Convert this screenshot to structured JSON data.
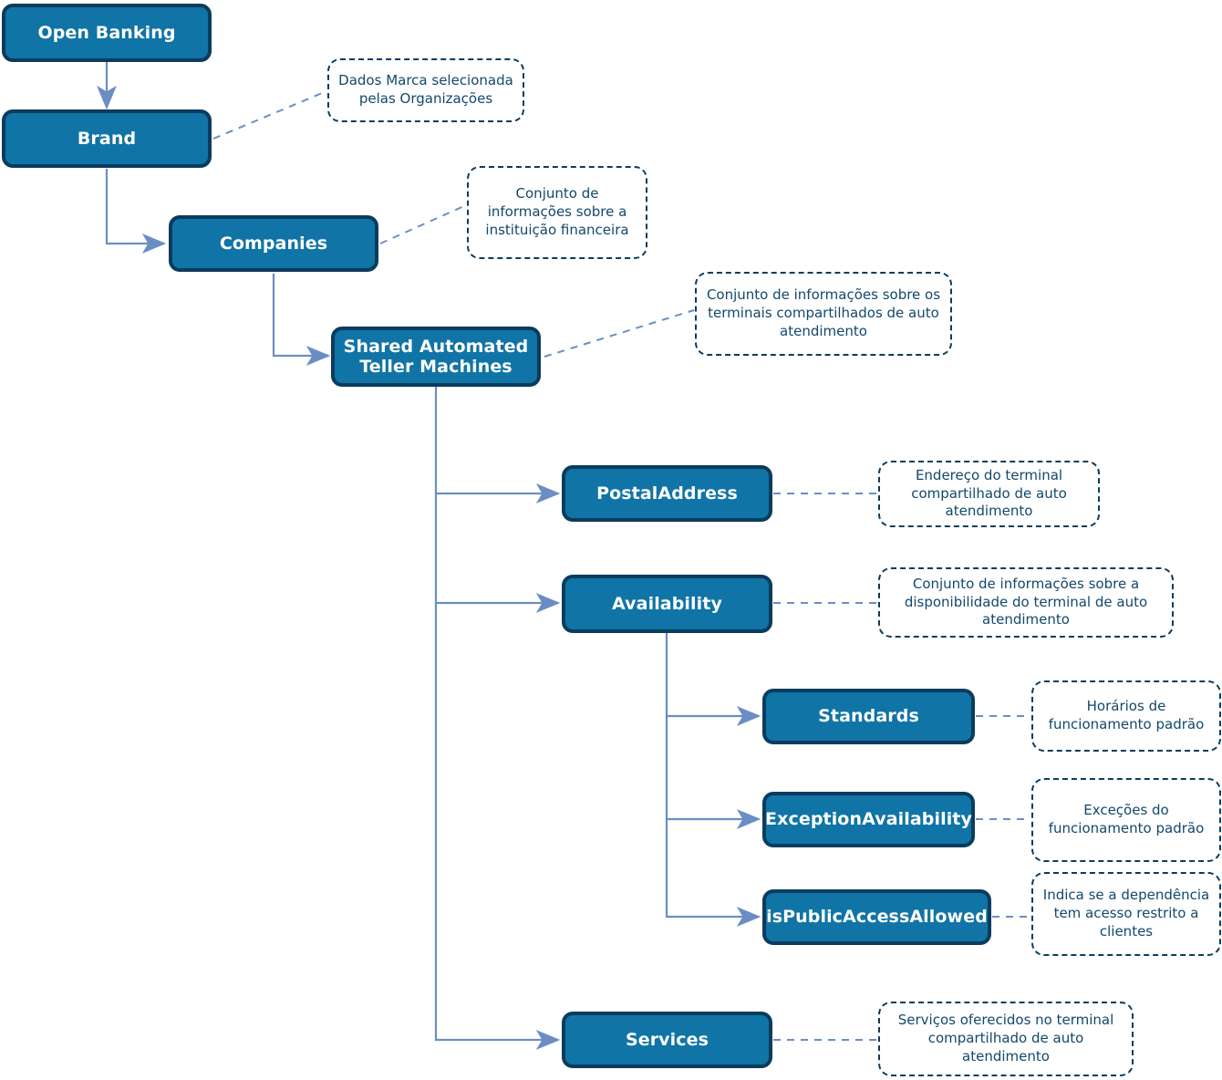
{
  "diagram": {
    "title": "Open Banking - Shared Automated Teller Machines",
    "colors": {
      "node_fill": "#1074a6",
      "node_border": "#0b3c5d",
      "node_text": "#ffffff",
      "note_border": "#0b3c5d",
      "note_text": "#12486b",
      "connector": "#6a8ec4",
      "background": "#ffffff"
    },
    "nodes": [
      {
        "id": "open-banking",
        "label": "Open Banking"
      },
      {
        "id": "brand",
        "label": "Brand"
      },
      {
        "id": "companies",
        "label": "Companies"
      },
      {
        "id": "shared-atm",
        "label": "Shared Automated\nTeller Machines"
      },
      {
        "id": "postal-address",
        "label": "PostalAddress"
      },
      {
        "id": "availability",
        "label": "Availability"
      },
      {
        "id": "standards",
        "label": "Standards"
      },
      {
        "id": "exception-availability",
        "label": "ExceptionAvailability"
      },
      {
        "id": "is-public-access-allowed",
        "label": "isPublicAccessAllowed"
      },
      {
        "id": "services",
        "label": "Services"
      }
    ],
    "notes": [
      {
        "id": "note-brand",
        "for": "brand",
        "text": "Dados Marca selecionada pelas Organizações"
      },
      {
        "id": "note-companies",
        "for": "companies",
        "text": "Conjunto de informações sobre a instituição financeira"
      },
      {
        "id": "note-shared-atm",
        "for": "shared-atm",
        "text": "Conjunto de informações sobre os terminais compartilhados de auto atendimento"
      },
      {
        "id": "note-postal-address",
        "for": "postal-address",
        "text": "Endereço do terminal compartilhado de auto atendimento"
      },
      {
        "id": "note-availability",
        "for": "availability",
        "text": "Conjunto de informações sobre a disponibilidade do terminal de auto atendimento"
      },
      {
        "id": "note-standards",
        "for": "standards",
        "text": "Horários de funcionamento padrão"
      },
      {
        "id": "note-exception-availability",
        "for": "exception-availability",
        "text": "Exceções do funcionamento padrão"
      },
      {
        "id": "note-is-public-access-allowed",
        "for": "is-public-access-allowed",
        "text": "Indica se a dependência tem acesso restrito a clientes"
      },
      {
        "id": "note-services",
        "for": "services",
        "text": "Serviços oferecidos no terminal compartilhado de auto atendimento"
      }
    ],
    "edges": [
      {
        "from": "open-banking",
        "to": "brand",
        "style": "solid-arrow"
      },
      {
        "from": "brand",
        "to": "companies",
        "style": "solid-arrow"
      },
      {
        "from": "companies",
        "to": "shared-atm",
        "style": "solid-arrow"
      },
      {
        "from": "shared-atm",
        "to": "postal-address",
        "style": "solid-arrow"
      },
      {
        "from": "shared-atm",
        "to": "availability",
        "style": "solid-arrow"
      },
      {
        "from": "shared-atm",
        "to": "services",
        "style": "solid-arrow"
      },
      {
        "from": "availability",
        "to": "standards",
        "style": "solid-arrow"
      },
      {
        "from": "availability",
        "to": "exception-availability",
        "style": "solid-arrow"
      },
      {
        "from": "availability",
        "to": "is-public-access-allowed",
        "style": "solid-arrow"
      },
      {
        "from": "brand",
        "to": "note-brand",
        "style": "dashed"
      },
      {
        "from": "companies",
        "to": "note-companies",
        "style": "dashed"
      },
      {
        "from": "shared-atm",
        "to": "note-shared-atm",
        "style": "dashed"
      },
      {
        "from": "postal-address",
        "to": "note-postal-address",
        "style": "dashed"
      },
      {
        "from": "availability",
        "to": "note-availability",
        "style": "dashed"
      },
      {
        "from": "standards",
        "to": "note-standards",
        "style": "dashed"
      },
      {
        "from": "exception-availability",
        "to": "note-exception-availability",
        "style": "dashed"
      },
      {
        "from": "is-public-access-allowed",
        "to": "note-is-public-access-allowed",
        "style": "dashed"
      },
      {
        "from": "services",
        "to": "note-services",
        "style": "dashed"
      }
    ]
  }
}
